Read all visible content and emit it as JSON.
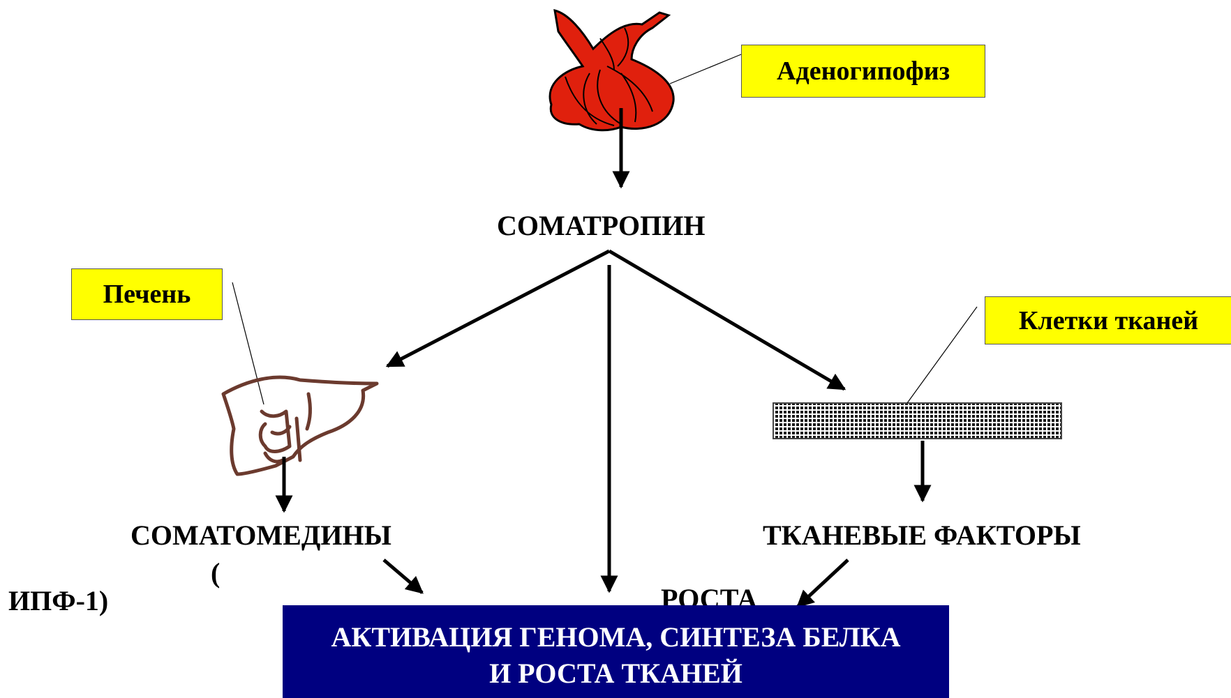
{
  "callouts": {
    "pituitary": "Аденогипофиз",
    "liver": "Печень",
    "cells": "Клетки тканей"
  },
  "nodes": {
    "somatropin": "СОМАТРОПИН",
    "somatomedins": "СОМАТОМЕДИНЫ",
    "somatomedins_paren": "(",
    "ipf": "ИПФ-1)",
    "tissue_factors": "ТКАНЕВЫЕ ФАКТОРЫ",
    "growth": "РОСТА"
  },
  "result": {
    "line1": "АКТИВАЦИЯ ГЕНОМА, СИНТЕЗА БЕЛКА",
    "line2": "И РОСТА ТКАНЕЙ"
  },
  "colors": {
    "callout_bg": "#ffff00",
    "result_bg": "#000080",
    "result_text": "#ffffff",
    "pituitary_fill": "#e0200d",
    "liver_stroke": "#6b3a2e",
    "arrow": "#000000"
  },
  "icons": {
    "pituitary": "pituitary-gland-drawing",
    "liver": "liver-drawing",
    "tissue": "tissue-cells-mesh"
  }
}
